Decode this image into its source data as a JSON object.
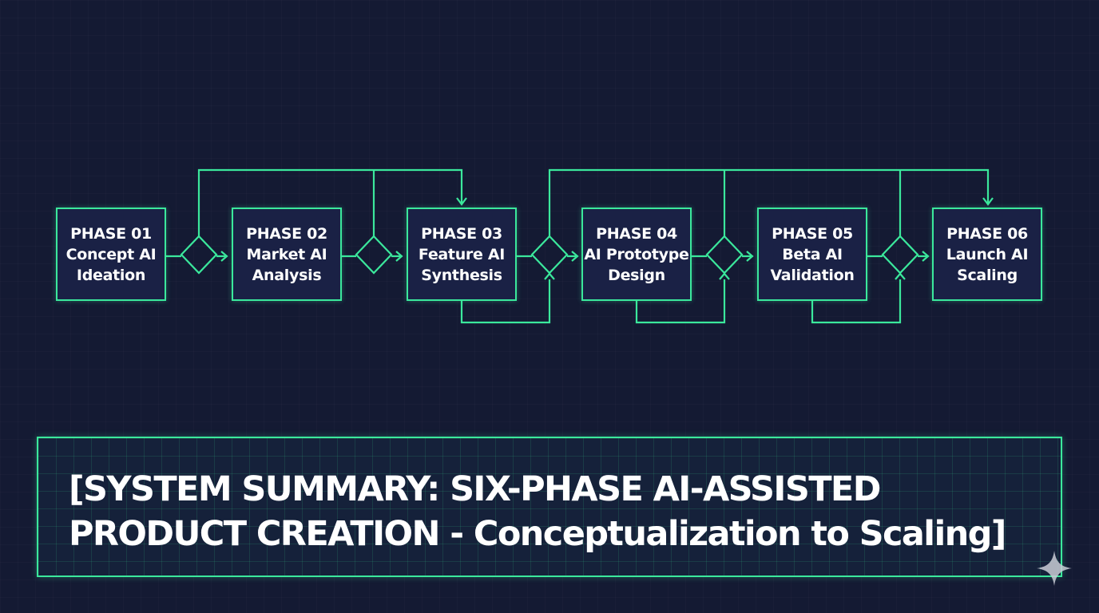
{
  "phases": [
    {
      "id": "PHASE 01",
      "line1": "Concept AI",
      "line2": "Ideation"
    },
    {
      "id": "PHASE 02",
      "line1": "Market AI",
      "line2": "Analysis"
    },
    {
      "id": "PHASE 03",
      "line1": "Feature AI",
      "line2": "Synthesis"
    },
    {
      "id": "PHASE 04",
      "line1": "AI Prototype",
      "line2": "Design"
    },
    {
      "id": "PHASE 05",
      "line1": "Beta AI",
      "line2": "Validation"
    },
    {
      "id": "PHASE 06",
      "line1": "Launch AI",
      "line2": "Scaling"
    }
  ],
  "summary": {
    "line1": "[SYSTEM SUMMARY: SIX-PHASE AI-ASSISTED",
    "line2": "PRODUCT CREATION - Conceptualization to Scaling]"
  },
  "colors": {
    "background": "#141a33",
    "accent": "#3be89c",
    "box_fill": "#1a2145",
    "text": "#ffffff"
  },
  "icons": [
    "sparkle-icon"
  ]
}
